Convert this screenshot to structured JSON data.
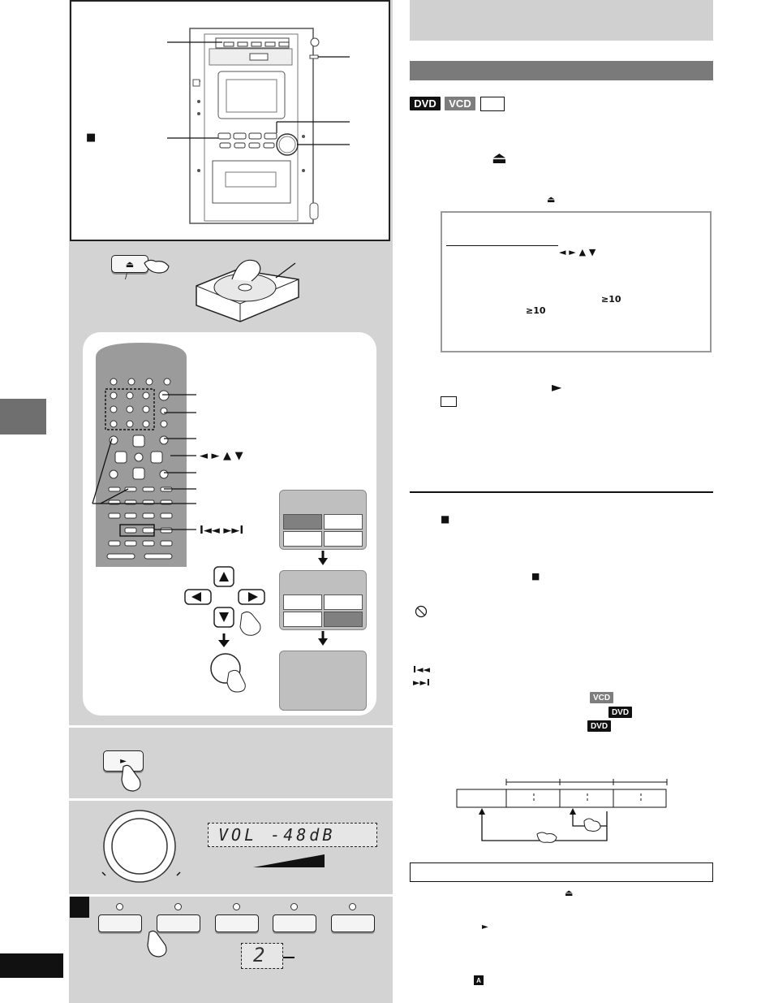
{
  "badges": {
    "dvd": "DVD",
    "vcd": "VCD",
    "dvd_small": "DVD",
    "vcd_small": "VCD",
    "dvd_small2": "DVD"
  },
  "symbols": {
    "stop": "■",
    "eject": "⏏",
    "arrows": "◄ ► ▲ ▼",
    "skip": "I◄◄ ►►I",
    "play": "►",
    "ge10": "≥10"
  },
  "display": {
    "volume_readout": "VOL -48dB",
    "disc_number": "2"
  },
  "labels": {
    "remote_arrows": "◄ ► ▲ ▼",
    "tv_letter_a": "A"
  },
  "colors": {
    "gray_panel": "#d0d0d0",
    "dark_bar": "#7a7a7a",
    "black_tab": "#111111",
    "badge_gray": "#7d7d7d",
    "remote_body": "#9b9b9b"
  }
}
